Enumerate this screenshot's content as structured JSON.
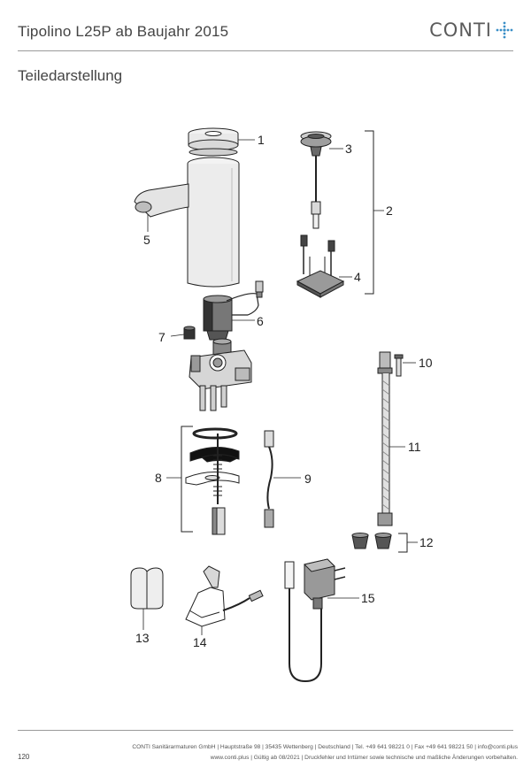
{
  "header": {
    "title": "Tipolino L25P ab Baujahr 2015",
    "brand": "CONTI",
    "brand_icon": "plus-dots-icon",
    "accent_color": "#3a8fc7"
  },
  "section": {
    "title": "Teiledarstellung"
  },
  "callouts": [
    "1",
    "2",
    "3",
    "4",
    "5",
    "6",
    "7",
    "8",
    "9",
    "10",
    "11",
    "12",
    "13",
    "14",
    "15"
  ],
  "footer": {
    "page_number": "120",
    "line1": "CONTI Sanitärarmaturen GmbH | Hauptstraße 98 | 35435 Wettenberg | Deutschland | Tel. +49 641 98221 0 | Fax +49 641 98221 50 | info@conti.plus",
    "line2": "www.conti.plus | Gültig ab 08/2021 | Druckfehler und Irrtümer sowie technische und maßliche Änderungen vorbehalten."
  }
}
